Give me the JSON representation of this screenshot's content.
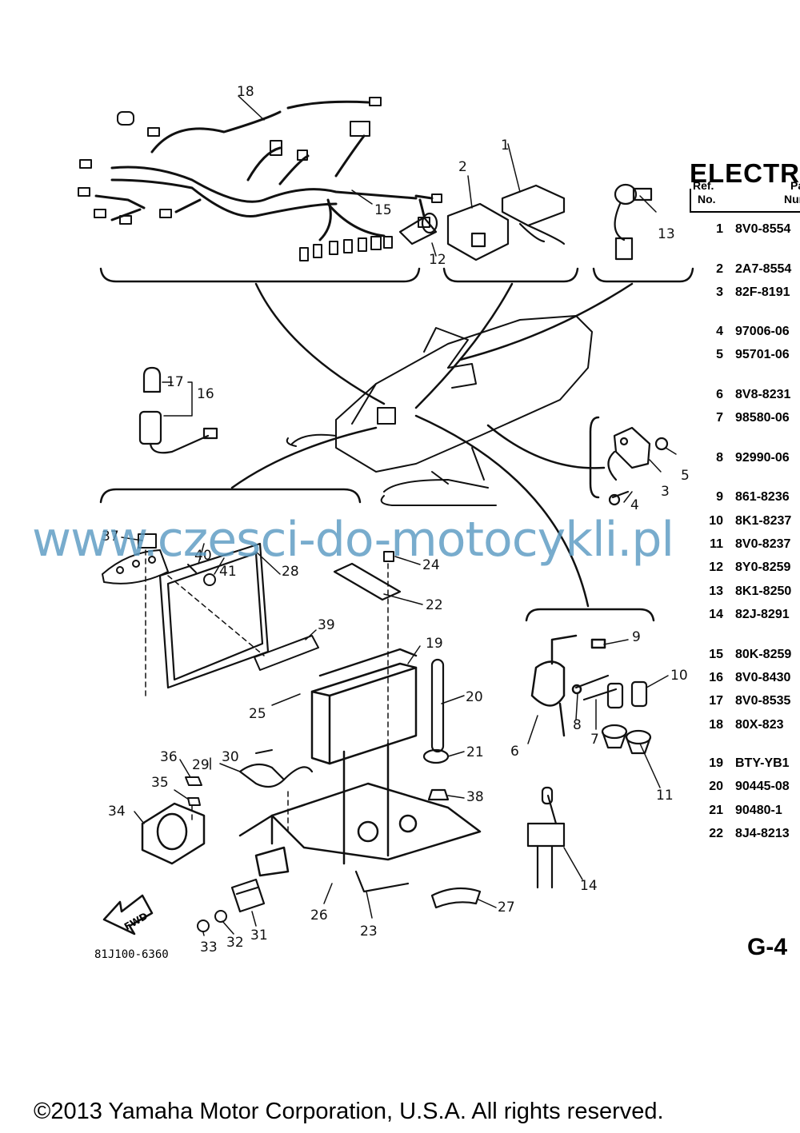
{
  "title": "ELECTRI",
  "table_header": {
    "ref": [
      "Ref.",
      "No."
    ],
    "part": [
      "Pa",
      "Nur"
    ]
  },
  "parts": [
    {
      "ref": "1",
      "part": "8V0-8554"
    },
    {
      "ref": "2",
      "part": "2A7-8554"
    },
    {
      "ref": "3",
      "part": "82F-8191"
    },
    {
      "ref": "4",
      "part": "97006-06"
    },
    {
      "ref": "5",
      "part": "95701-06"
    },
    {
      "ref": "6",
      "part": "8V8-8231"
    },
    {
      "ref": "7",
      "part": "98580-06"
    },
    {
      "ref": "8",
      "part": "92990-06"
    },
    {
      "ref": "9",
      "part": "861-8236"
    },
    {
      "ref": "10",
      "part": "8K1-8237"
    },
    {
      "ref": "11",
      "part": "8V0-8237"
    },
    {
      "ref": "12",
      "part": "8Y0-8259"
    },
    {
      "ref": "13",
      "part": "8K1-8250"
    },
    {
      "ref": "14",
      "part": "82J-8291"
    },
    {
      "ref": "15",
      "part": "80K-8259"
    },
    {
      "ref": "16",
      "part": "8V0-8430"
    },
    {
      "ref": "17",
      "part": "8V0-8535"
    },
    {
      "ref": "18",
      "part": "80X-823"
    },
    {
      "ref": "19",
      "part": "BTY-YB1"
    },
    {
      "ref": "20",
      "part": "90445-08"
    },
    {
      "ref": "21",
      "part": "90480-1"
    },
    {
      "ref": "22",
      "part": "8J4-8213"
    }
  ],
  "callouts": [
    "1",
    "2",
    "3",
    "4",
    "5",
    "6",
    "7",
    "8",
    "9",
    "10",
    "11",
    "12",
    "13",
    "14",
    "15",
    "16",
    "17",
    "18",
    "19",
    "20",
    "21",
    "22",
    "23",
    "24",
    "25",
    "26",
    "27",
    "28",
    "29",
    "30",
    "31",
    "32",
    "33",
    "34",
    "35",
    "36",
    "37",
    "38",
    "39",
    "40",
    "41"
  ],
  "fwd_label": "FWD",
  "page_code": "G-4",
  "illustration_code": "81J100-6360",
  "watermark": "www.czesci-do-motocykli.pl",
  "copyright": "©2013 Yamaha Motor Corporation, U.S.A. All rights reserved."
}
